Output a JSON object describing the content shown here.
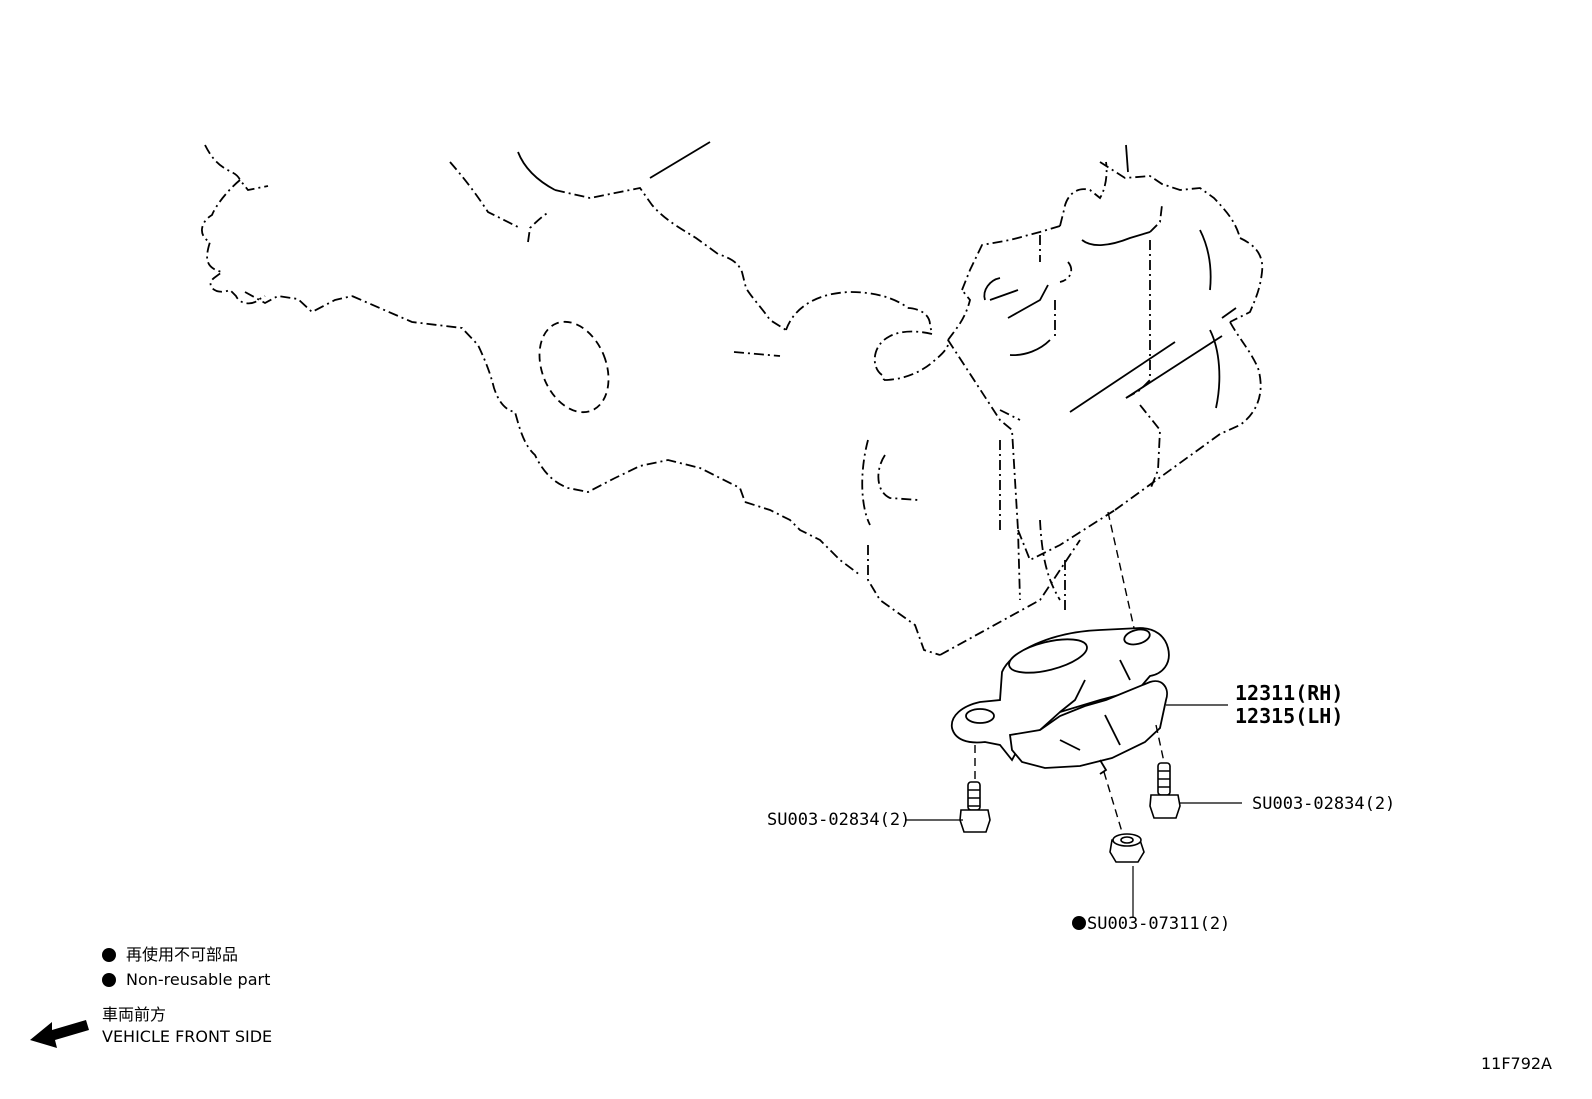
{
  "callouts": {
    "part_rh": "12311(RH)",
    "part_lh": "12315(LH)",
    "bolt_left": "SU003-02834(2)",
    "bolt_right": "SU003-02834(2)",
    "nut_bottom": "SU003-07311(2)"
  },
  "legend": {
    "non_reusable_jp": "再使用不可部品",
    "non_reusable_en": "Non-reusable part"
  },
  "front_indicator": {
    "label_jp": "車両前方",
    "label_en": "VEHICLE FRONT SIDE"
  },
  "diagram_code": "11F792A"
}
